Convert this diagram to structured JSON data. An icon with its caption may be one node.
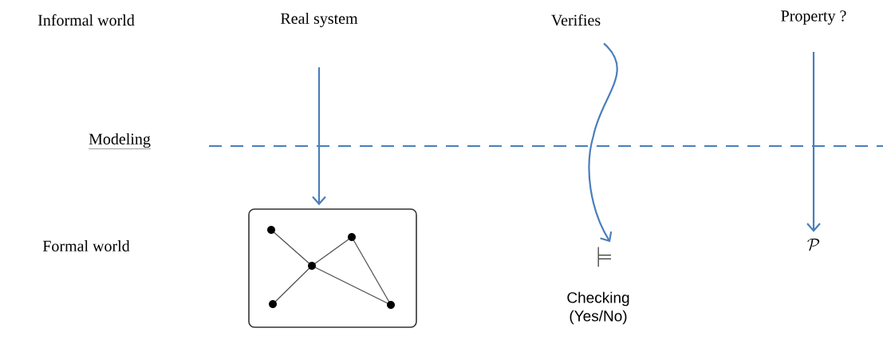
{
  "diagram": {
    "nodes": [
      {
        "text": [
          "Real system"
        ]
      },
      {
        "text": [],
        "shape": "box"
      },
      {
        "text": [
          "Verifies"
        ]
      },
      {
        "text": [
          "\\models",
          "Checking (Yes/No)"
        ]
      },
      {
        "text": [
          "Property ?"
        ]
      },
      {
        "text": [
          "\\mathcal{P}"
        ]
      }
    ],
    "edges": [
      {
        "from": 0,
        "to": 1,
        "arrow": "to"
      },
      {
        "from": 2,
        "to": 3,
        "arrow": "to"
      },
      {
        "from": 4,
        "to": 5,
        "arrow": "to"
      }
    ],
    "labels": [
      "Informal world",
      "Modeling",
      "Formal world"
    ]
  }
}
